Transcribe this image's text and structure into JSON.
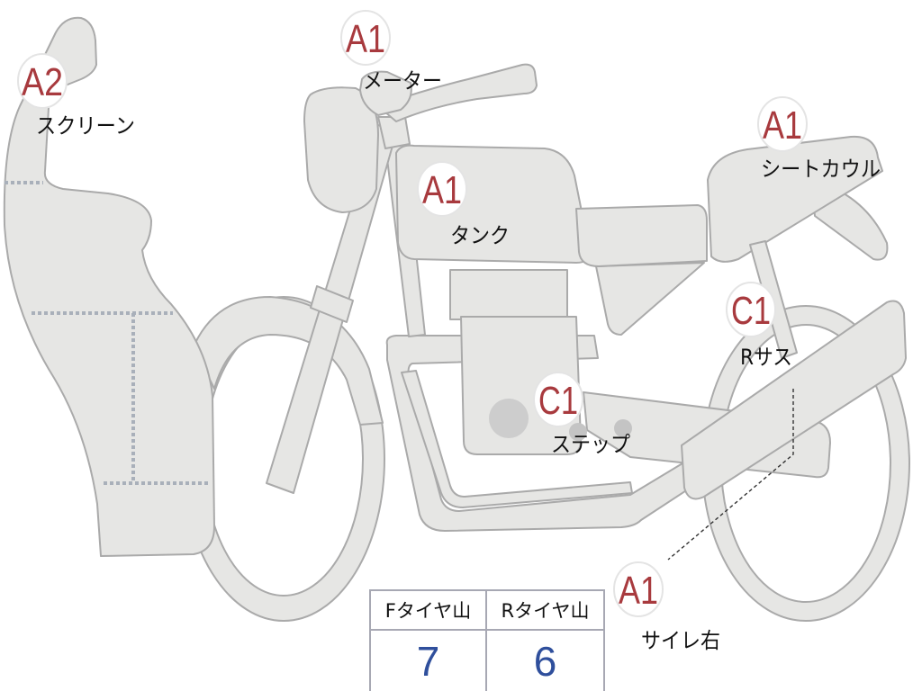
{
  "parts": [
    {
      "grade": "A2",
      "name": "スクリーン"
    },
    {
      "grade": "A1",
      "name": "メーター"
    },
    {
      "grade": "A1",
      "name": "シートカウル"
    },
    {
      "grade": "A1",
      "name": "タンク"
    },
    {
      "grade": "C1",
      "name": "Rサス"
    },
    {
      "grade": "C1",
      "name": "ステップ"
    },
    {
      "grade": "A1",
      "name": "サイレ右"
    }
  ],
  "tire_table": {
    "columns": [
      {
        "header": "Fタイヤ山",
        "value": "7"
      },
      {
        "header": "Rタイヤ山",
        "value": "6"
      }
    ]
  },
  "colors": {
    "grade": "#a83a3e",
    "tire_value": "#2f4f9c",
    "part_fill": "#e6e6e4",
    "part_outline": "#aaaaaa"
  }
}
